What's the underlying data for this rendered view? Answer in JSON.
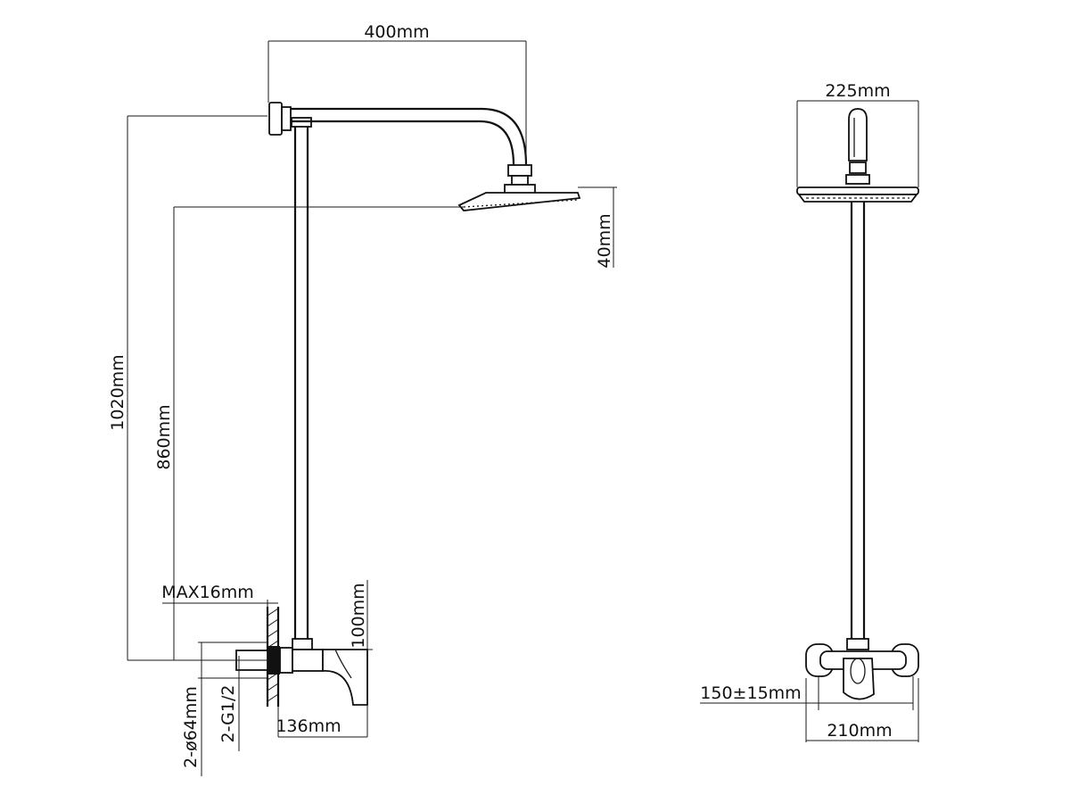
{
  "side_view": {
    "arm_reach": "400mm",
    "head_thickness": "40mm",
    "total_height": "1020mm",
    "head_height": "860mm",
    "wall_max": "MAX16mm",
    "mixer_height": "100mm",
    "mixer_depth": "136mm",
    "flange_diameter": "2-ø64mm",
    "thread": "2-G1/2"
  },
  "front_view": {
    "head_diameter": "225mm",
    "inlet_spacing": "150±15mm",
    "mixer_width": "210mm"
  }
}
